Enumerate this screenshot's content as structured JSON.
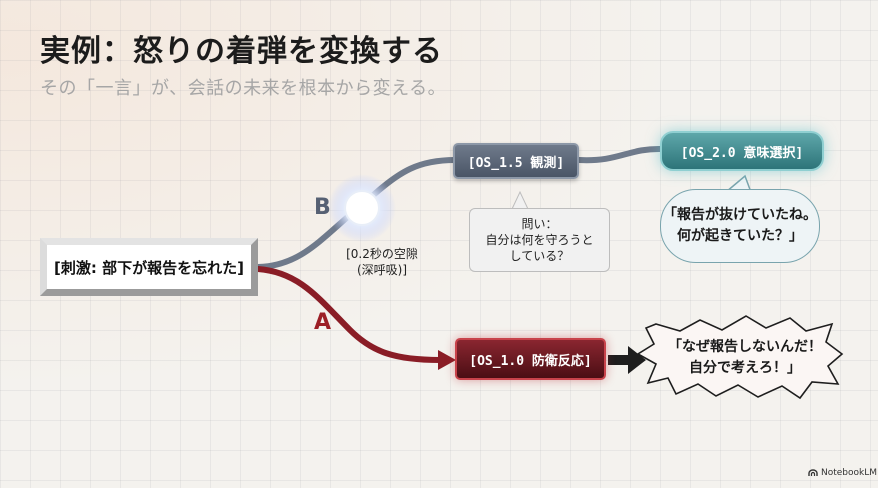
{
  "header": {
    "title": "実例：怒りの着弾を変換する",
    "subtitle": "その「一言」が、会話の未来を根本から変える。"
  },
  "diagram": {
    "stimulus": "[刺激: 部下が報告を忘れた]",
    "branch_b": {
      "letter": "B",
      "gap_note": [
        "[0.2秒の空隙",
        "(深呼吸)]"
      ],
      "observe_node": "[OS_1.5 観測]",
      "question_lines": [
        "問い：",
        "自分は何を守ろうと",
        "している？"
      ],
      "choice_node": "[OS_2.0 意味選択]",
      "quote_lines": [
        "「報告が抜けていたね。",
        "何が起きていた？」"
      ]
    },
    "branch_a": {
      "letter": "A",
      "defense_node": "[OS_1.0 防衛反応]",
      "quote_lines": [
        "「なぜ報告しないんだ！",
        "自分で考えろ！」"
      ]
    }
  },
  "footer": {
    "brand": "NotebookLM"
  },
  "colors": {
    "branch_b": "#6f7a8b",
    "branch_a": "#8a1d26",
    "teal": "#4c9599",
    "arrow": "#1e1e1e"
  }
}
